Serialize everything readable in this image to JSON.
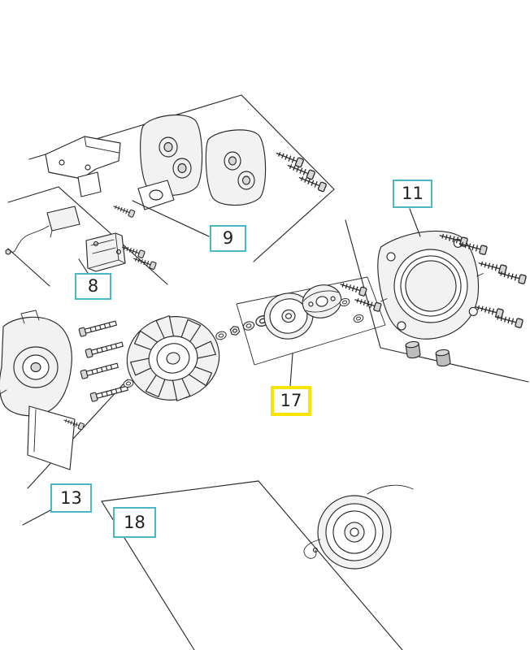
{
  "diagram": {
    "kind": "exploded-parts-diagram",
    "colors": {
      "background": "#ffffff",
      "line-color": "#2a2a2a",
      "callout-border": "#4bb8c6",
      "highlight-border": "#f7e400"
    },
    "callouts": [
      {
        "label": "9",
        "highlighted": false
      },
      {
        "label": "8",
        "highlighted": false
      },
      {
        "label": "11",
        "highlighted": false
      },
      {
        "label": "17",
        "highlighted": true
      },
      {
        "label": "13",
        "highlighted": false
      },
      {
        "label": "18",
        "highlighted": false
      }
    ]
  }
}
